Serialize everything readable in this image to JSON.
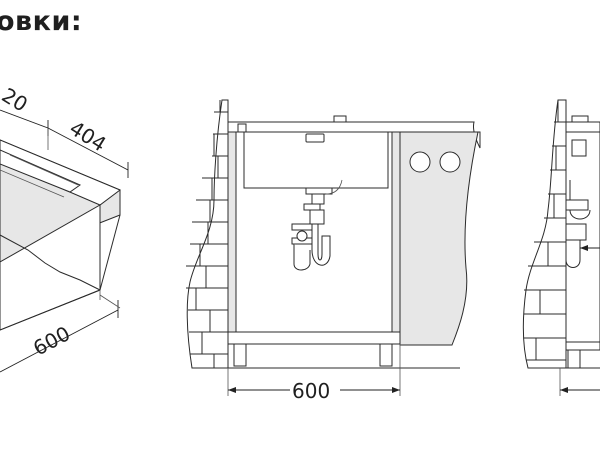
{
  "heading": "овки:",
  "dimensions": {
    "partial_top_left": "20",
    "iso_depth": "404",
    "iso_width": "600",
    "front_width": "600"
  },
  "colors": {
    "line": "#2b2b2b",
    "cabinet_fill": "#e7e7e7",
    "background": "#ffffff"
  }
}
